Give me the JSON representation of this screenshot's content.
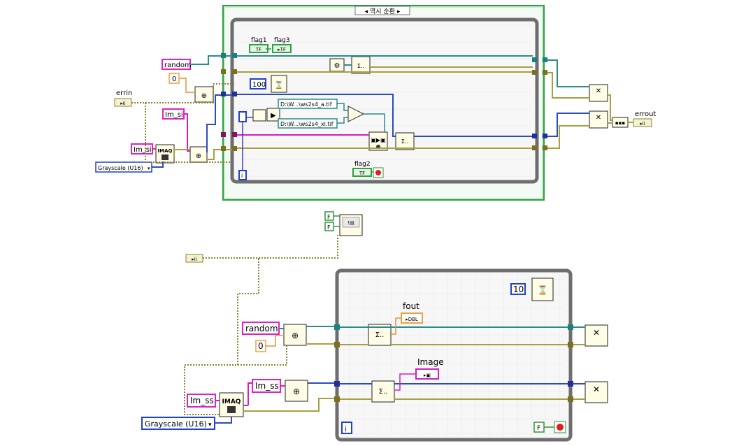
{
  "top_diagram": {
    "sequence_title": "◂ 역시 순환 ▸",
    "labels": {
      "errin": "errin",
      "errout": "errout",
      "flag1": "flag1",
      "flag3": "flag3",
      "flag2": "flag2"
    },
    "constants": {
      "random": "random",
      "zero": "0",
      "im_si": "Im_si",
      "im_si_2": "Im_si",
      "hundred": "100",
      "path_a": "D:\\W...\\ws2s4_a.tif",
      "path_b": "D:\\W...\\ws2s4_xl.tif",
      "grayscale": "Grayscale (U16)",
      "imaq": "IMAQ",
      "i": "i"
    }
  },
  "bottom_diagram": {
    "labels": {
      "fout": "fout",
      "image": "Image"
    },
    "constants": {
      "random": "random",
      "zero": "0",
      "im_ss": "Im_ss",
      "im_ss_2": "Im_ss",
      "ten": "10",
      "grayscale": "Grayscale (U16)",
      "imaq": "IMAQ",
      "f1": "F",
      "f2": "F",
      "f3": "F",
      "i": "i"
    }
  },
  "colors": {
    "error_wire": "#a8a040",
    "refnum_wire": "#2c8c8c",
    "numeric_wire": "#2c4cb8",
    "string_wire": "#d020c0",
    "boolean_wire": "#2a9a3a",
    "loop_border": "#707070",
    "sequence_border": "#2aa040"
  }
}
